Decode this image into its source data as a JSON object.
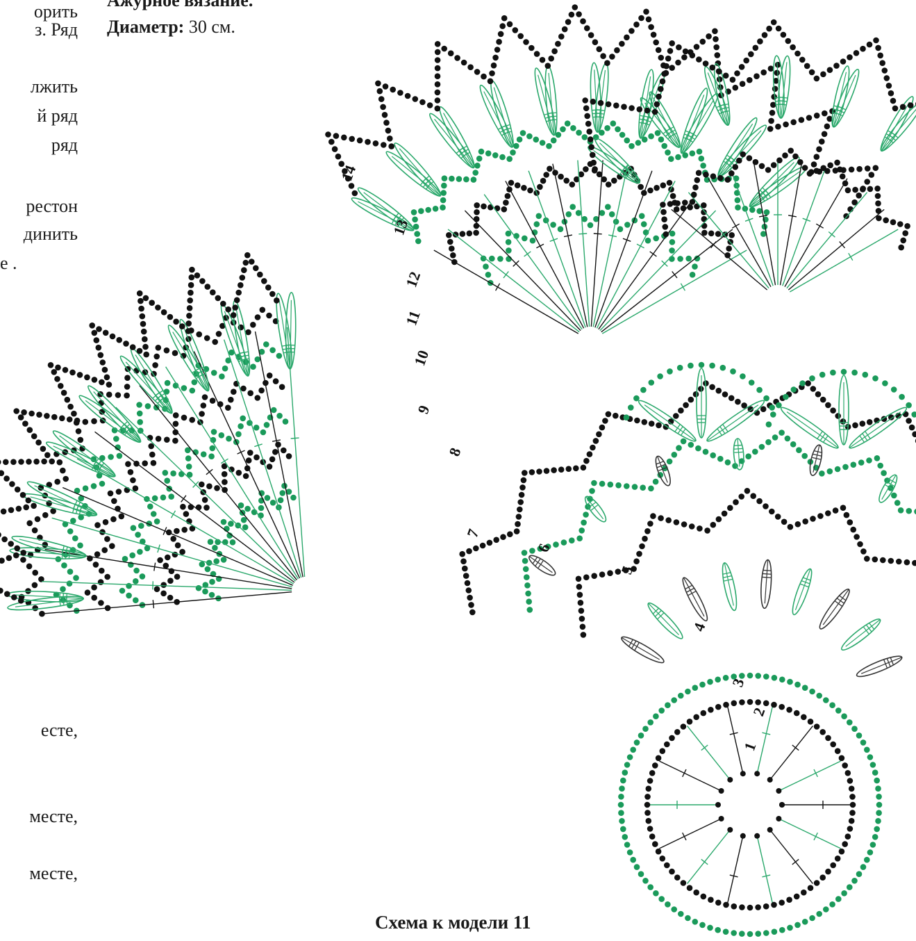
{
  "header": {
    "title_partial": "Ажурное вязание.",
    "diameter_label": "Диаметр:",
    "diameter_value": "30 см."
  },
  "left_column_fragments": [
    "орить",
    "з. Ряд",
    "лжить",
    "й ряд",
    "ряд",
    "рестон",
    "динить",
    "е .",
    "есте,",
    "месте,",
    "месте,"
  ],
  "row_numbers": [
    "1",
    "2",
    "3",
    "4",
    "5",
    "6",
    "7",
    "8",
    "9",
    "10",
    "11",
    "12",
    "13",
    "14"
  ],
  "caption": "Схема к модели 11",
  "colors": {
    "black_rows": "#111111",
    "green_rows": "#1a9a5a",
    "green_stitch_stroke": "#2aa86b"
  }
}
